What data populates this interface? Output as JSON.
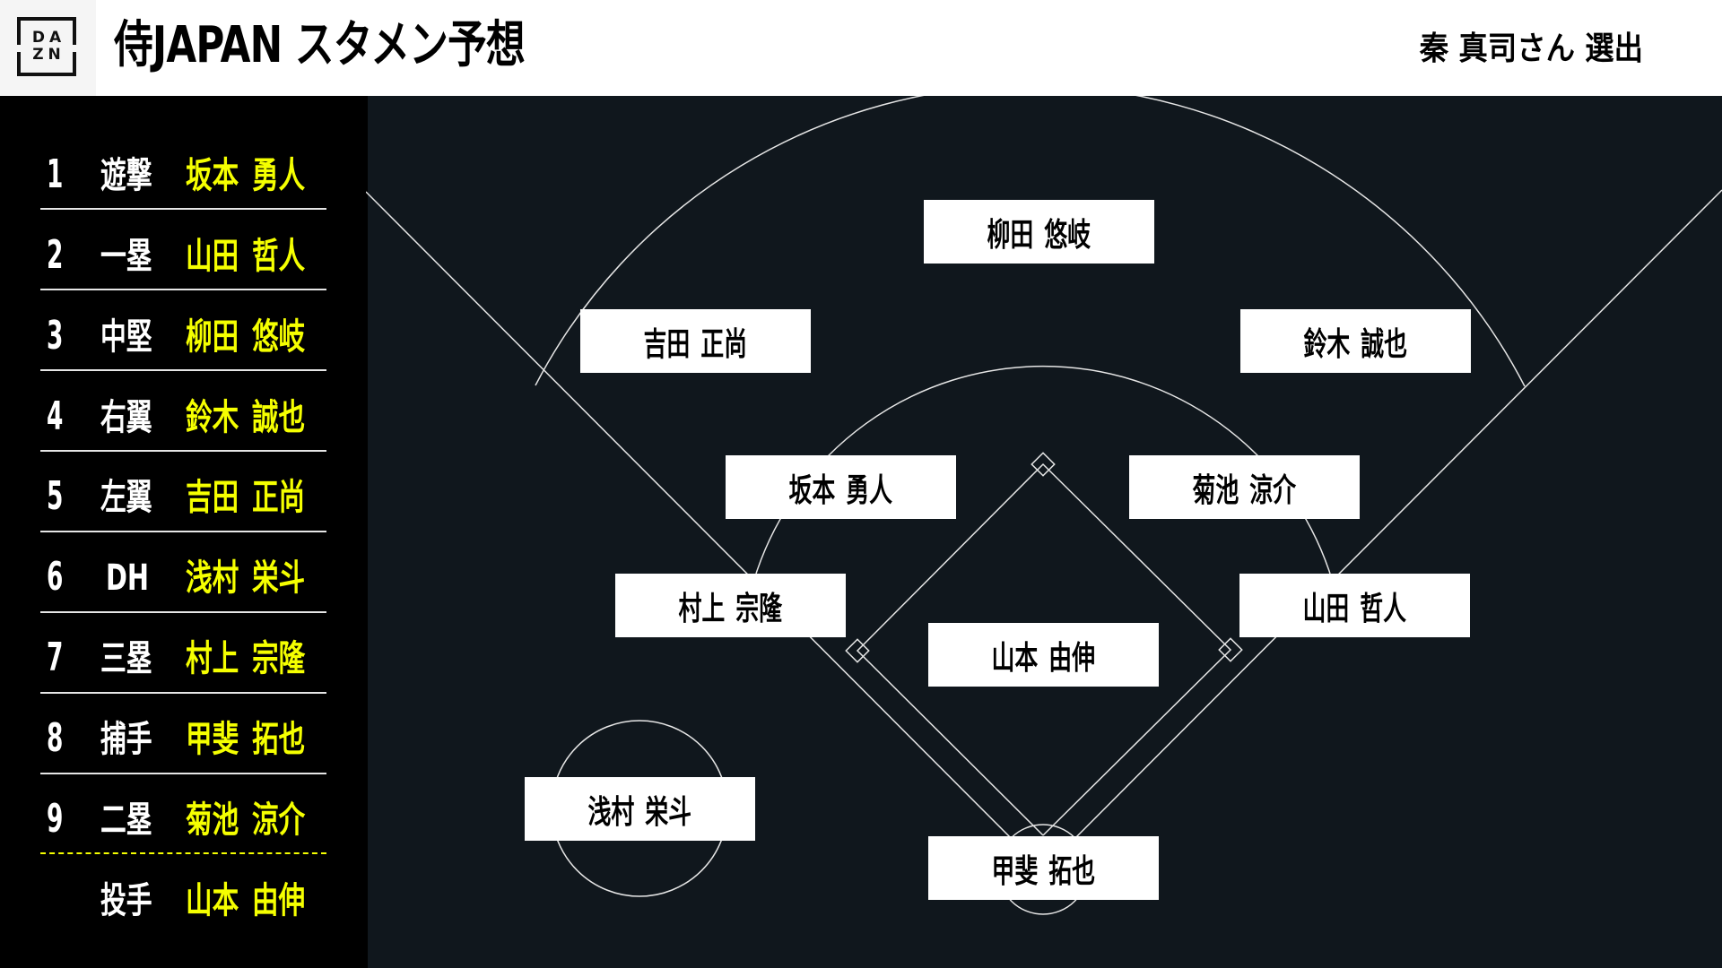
{
  "header": {
    "logo_text_top": "DA",
    "logo_text_bottom": "ZN",
    "title": "侍JAPAN スタメン予想",
    "picker": "秦 真司さん 選出"
  },
  "colors": {
    "header_bg": "#ffffff",
    "sidebar_bg": "#000000",
    "field_bg": "#10171d",
    "name_yellow": "#f5ff00",
    "line_white": "#e6e6e6"
  },
  "lineup": [
    {
      "order": "1",
      "position": "遊撃",
      "name": "坂本 勇人"
    },
    {
      "order": "2",
      "position": "一塁",
      "name": "山田 哲人"
    },
    {
      "order": "3",
      "position": "中堅",
      "name": "柳田 悠岐"
    },
    {
      "order": "4",
      "position": "右翼",
      "name": "鈴木 誠也"
    },
    {
      "order": "5",
      "position": "左翼",
      "name": "吉田 正尚"
    },
    {
      "order": "6",
      "position": "DH",
      "name": "浅村 栄斗"
    },
    {
      "order": "7",
      "position": "三塁",
      "name": "村上 宗隆"
    },
    {
      "order": "8",
      "position": "捕手",
      "name": "甲斐 拓也"
    },
    {
      "order": "9",
      "position": "二塁",
      "name": "菊池 涼介"
    }
  ],
  "pitcher": {
    "position": "投手",
    "name": "山本 由伸"
  },
  "field": {
    "center_field": "柳田 悠岐",
    "left_field": "吉田 正尚",
    "right_field": "鈴木 誠也",
    "shortstop": "坂本 勇人",
    "second_base": "菊池 涼介",
    "third_base": "村上 宗隆",
    "first_base": "山田 哲人",
    "pitcher": "山本 由伸",
    "designated_hitter": "浅村 栄斗",
    "catcher": "甲斐 拓也"
  }
}
